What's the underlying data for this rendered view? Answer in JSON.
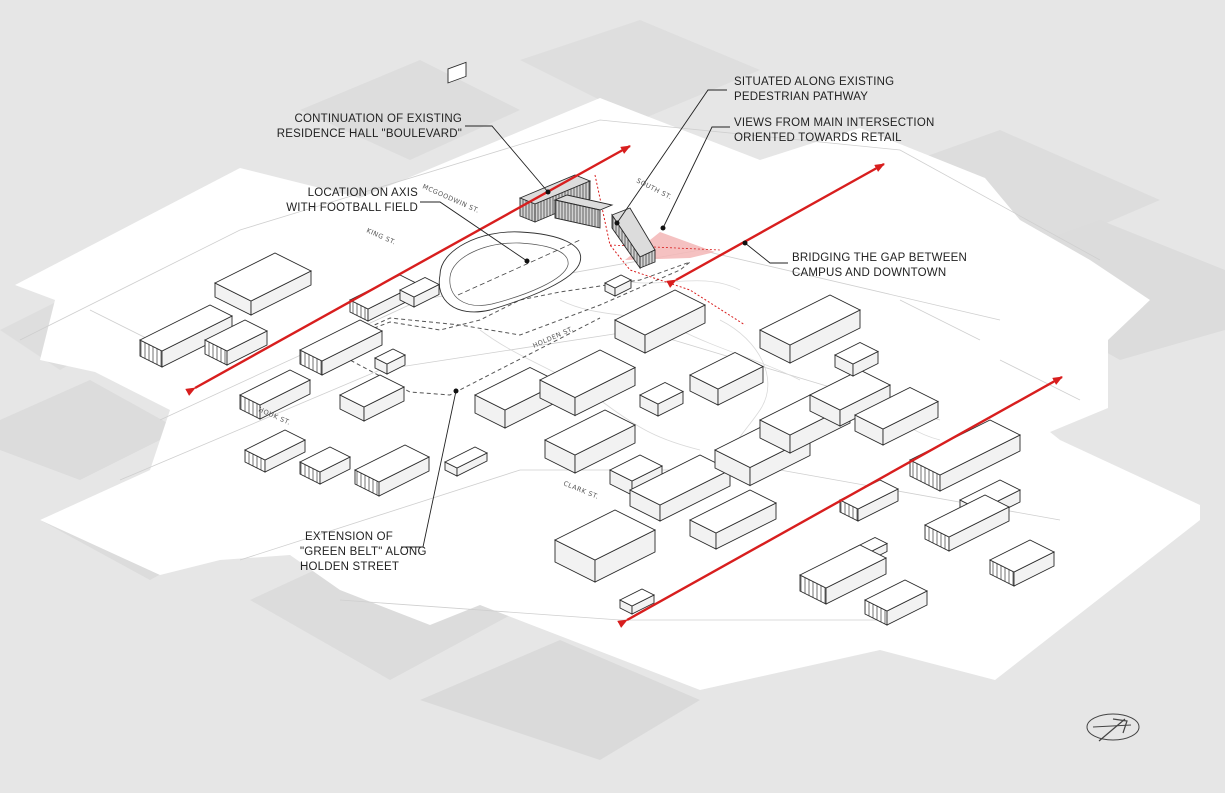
{
  "annotations": {
    "boulevard": {
      "line1": "CONTINUATION OF EXISTING",
      "line2": "RESIDENCE HALL \"BOULEVARD\""
    },
    "axis": {
      "line1": "LOCATION ON AXIS",
      "line2": "WITH FOOTBALL FIELD"
    },
    "pathway": {
      "line1": "SITUATED ALONG EXISTING",
      "line2": "PEDESTRIAN PATHWAY"
    },
    "views": {
      "line1": "VIEWS FROM MAIN INTERSECTION",
      "line2": "ORIENTED TOWARDS RETAIL"
    },
    "bridging": {
      "line1": "BRIDGING THE GAP BETWEEN",
      "line2": "CAMPUS AND DOWNTOWN"
    },
    "greenbelt": {
      "line1": "EXTENSION OF",
      "line2": "\"GREEN BELT\" ALONG",
      "line3": "HOLDEN STREET"
    }
  },
  "streets": {
    "mcgoodwin": "MCGOODWIN ST.",
    "king": "KING ST.",
    "south": "SOUTH ST.",
    "holden": "HOLDEN ST.",
    "houk": "HOUK ST.",
    "clark": "CLARK ST."
  },
  "colors": {
    "background": "#e6e6e6",
    "site": "#ffffff",
    "axis_arrow": "#d81e1e",
    "view_cone": "#f3b6b6",
    "proposed_building": "#dcdcdc"
  },
  "icons": {
    "north_arrow": "north-arrow-icon"
  }
}
